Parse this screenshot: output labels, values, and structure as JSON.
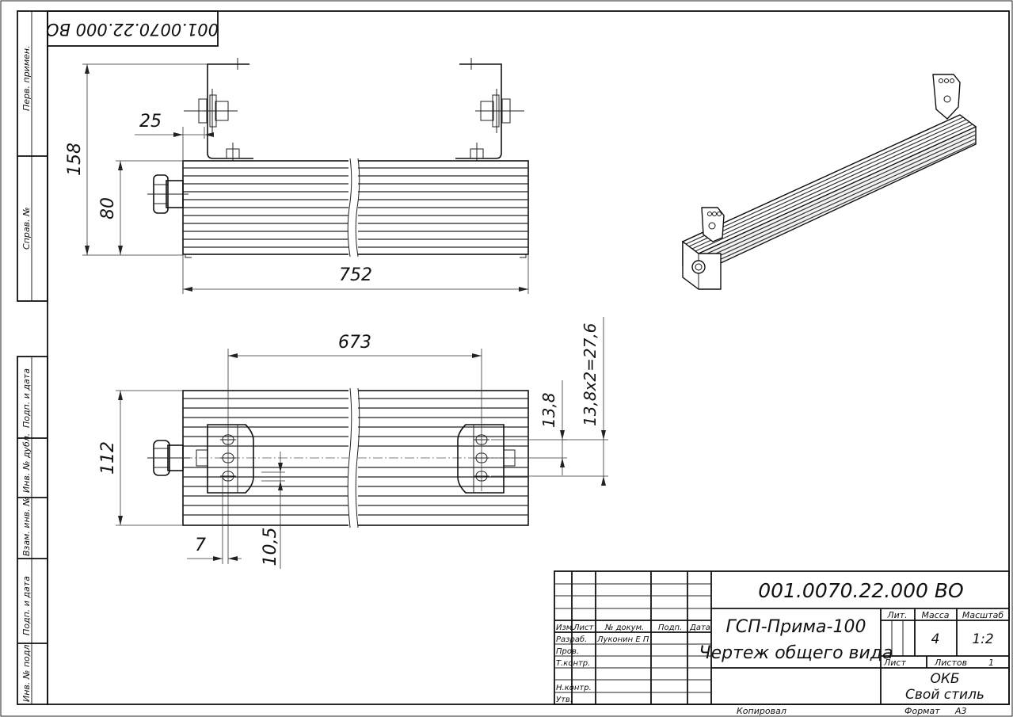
{
  "drawing": {
    "code": "001.0070.22.000 ВО",
    "code_rotated": "001.0070.22.000 ВО",
    "product_name": "ГСП-Прима-100",
    "document_type": "Чертеж общего вида",
    "mass": "4",
    "scale": "1:2",
    "sheet_total": "1",
    "organization_line1": "ОКБ",
    "organization_line2": "Свой стиль",
    "copied_label": "Копировал",
    "format_label": "Формат",
    "format_value": "А3"
  },
  "title_block": {
    "headers": {
      "izm": "Изм.",
      "list": "Лист",
      "doc_no": "№ докум.",
      "sign": "Подп.",
      "date": "Дата",
      "lit": "Лит.",
      "mass": "Масса",
      "scale": "Масштаб",
      "sheet": "Лист",
      "sheets": "Листов"
    },
    "roles": {
      "developer": "Разраб.",
      "checker": "Пров.",
      "tech_control": "Т.контр.",
      "norm_control": "Н.контр.",
      "approved": "Утв."
    },
    "developer_name": "Луконин Е П"
  },
  "side_strip": {
    "perv_primen": "Перв. примен.",
    "sprav_no": "Справ. №",
    "podp_data_top": "Подп. и дата",
    "inv_dubl": "Инв. № дубл.",
    "vzam_inv": "Взам. инв. №",
    "podp_data_bottom": "Подп. и дата",
    "inv_podl": "Инв. № подл."
  },
  "dimensions": {
    "d25": "25",
    "d158": "158",
    "d80": "80",
    "d752": "752",
    "d673": "673",
    "d112": "112",
    "d13_8": "13,8",
    "d13_8x2": "13,8x2=27,6",
    "d7": "7",
    "d10_5": "10,5"
  }
}
